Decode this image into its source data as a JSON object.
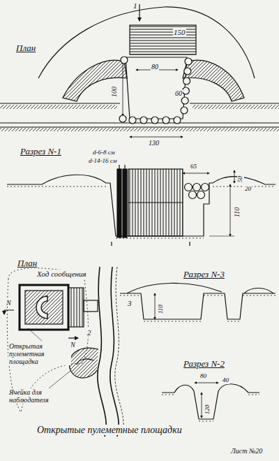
{
  "diagram": {
    "caption": "Открытые пулеметные площадки",
    "labels": [
      "План",
      "1",
      "150",
      "80",
      "100",
      "60",
      "130",
      "Разрез N-1",
      "d-6-8 см",
      "d-14-16 см",
      "65",
      "50",
      "20",
      "110",
      "План",
      "Ход сообщения",
      "N",
      "N",
      "2",
      "Разрез N-3",
      "3",
      "110",
      "Открытая пулеметная площадка",
      "Ячейка для наблюдателя",
      "Разрез N-2",
      "80",
      "40",
      "120",
      "Лист №20"
    ]
  }
}
